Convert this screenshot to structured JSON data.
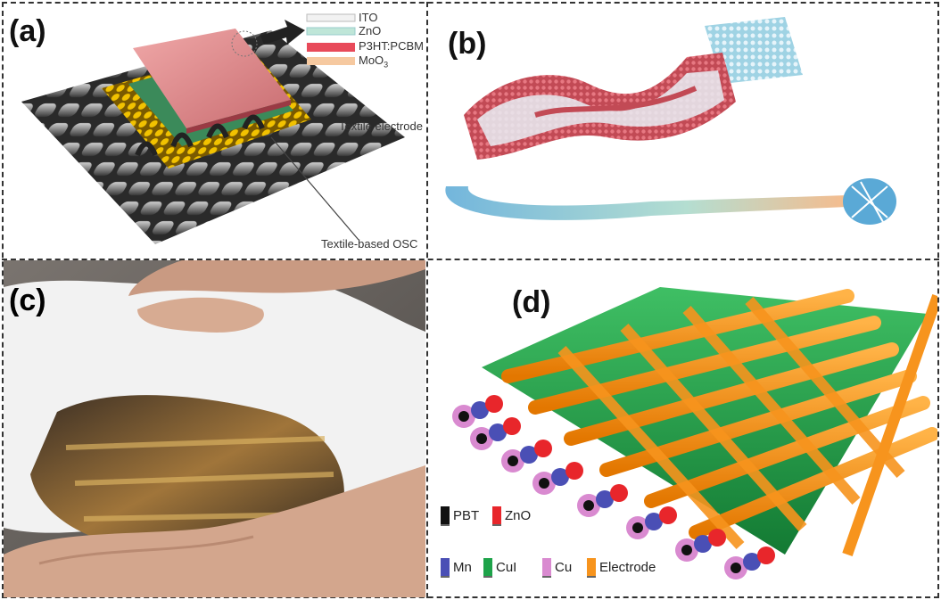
{
  "panels": {
    "a": {
      "label": "(a)",
      "legend": [
        "ITO",
        "ZnO",
        "P3HT:PCBM",
        "MoO3"
      ],
      "legend_colors": [
        "#f2f2f2",
        "#bfe6d8",
        "#e84a5a",
        "#f6c9a0"
      ],
      "callout_electrode": "Textile electrode",
      "callout_osc": "Textile-based OSC"
    },
    "b": {
      "label": "(b)"
    },
    "c": {
      "label": "(c)"
    },
    "d": {
      "label": "(d)",
      "legend": [
        {
          "name": "PBT",
          "color": "#111111"
        },
        {
          "name": "ZnO",
          "color": "#e8262b"
        },
        {
          "name": "Mn",
          "color": "#4a4fb5"
        },
        {
          "name": "CuI",
          "color": "#1ea34a"
        },
        {
          "name": "Cu",
          "color": "#d98ad0"
        },
        {
          "name": "Electrode",
          "color": "#f7941d"
        }
      ]
    }
  }
}
